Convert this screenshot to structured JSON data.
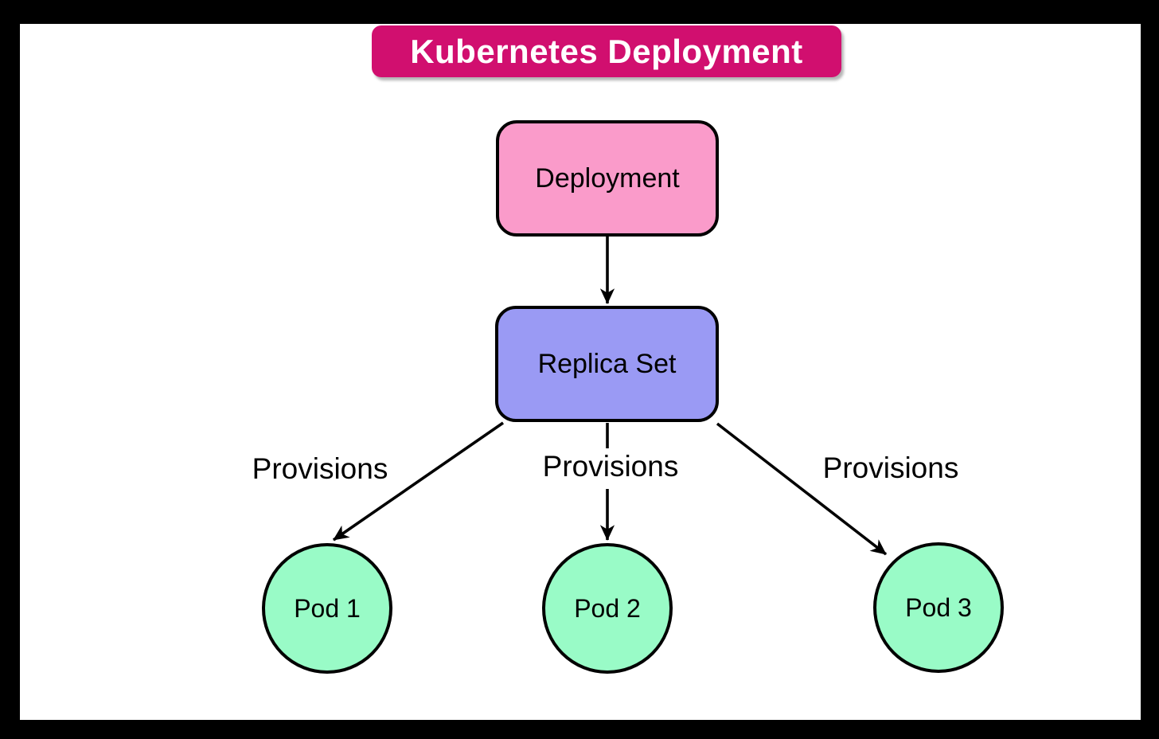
{
  "diagram": {
    "title": "Kubernetes Deployment",
    "nodes": {
      "deployment": {
        "label": "Deployment",
        "color": "#fa9bca",
        "shape": "rounded-rect"
      },
      "replica_set": {
        "label": "Replica Set",
        "color": "#9a9af4",
        "shape": "rounded-rect"
      },
      "pod1": {
        "label": "Pod 1",
        "color": "#99fbc7",
        "shape": "circle"
      },
      "pod2": {
        "label": "Pod 2",
        "color": "#99fbc7",
        "shape": "circle"
      },
      "pod3": {
        "label": "Pod 3",
        "color": "#99fbc7",
        "shape": "circle"
      }
    },
    "edges": [
      {
        "from": "deployment",
        "to": "replica_set",
        "label": ""
      },
      {
        "from": "replica_set",
        "to": "pod1",
        "label": "Provisions"
      },
      {
        "from": "replica_set",
        "to": "pod2",
        "label": "Provisions"
      },
      {
        "from": "replica_set",
        "to": "pod3",
        "label": "Provisions"
      }
    ],
    "edge_labels": {
      "left": "Provisions",
      "middle": "Provisions",
      "right": "Provisions"
    },
    "colors": {
      "title_bg": "#d10f6f",
      "title_text": "#ffffff",
      "outer_frame": "#000000",
      "canvas_bg": "#ffffff",
      "line": "#000000",
      "node_text": "#000000"
    }
  }
}
